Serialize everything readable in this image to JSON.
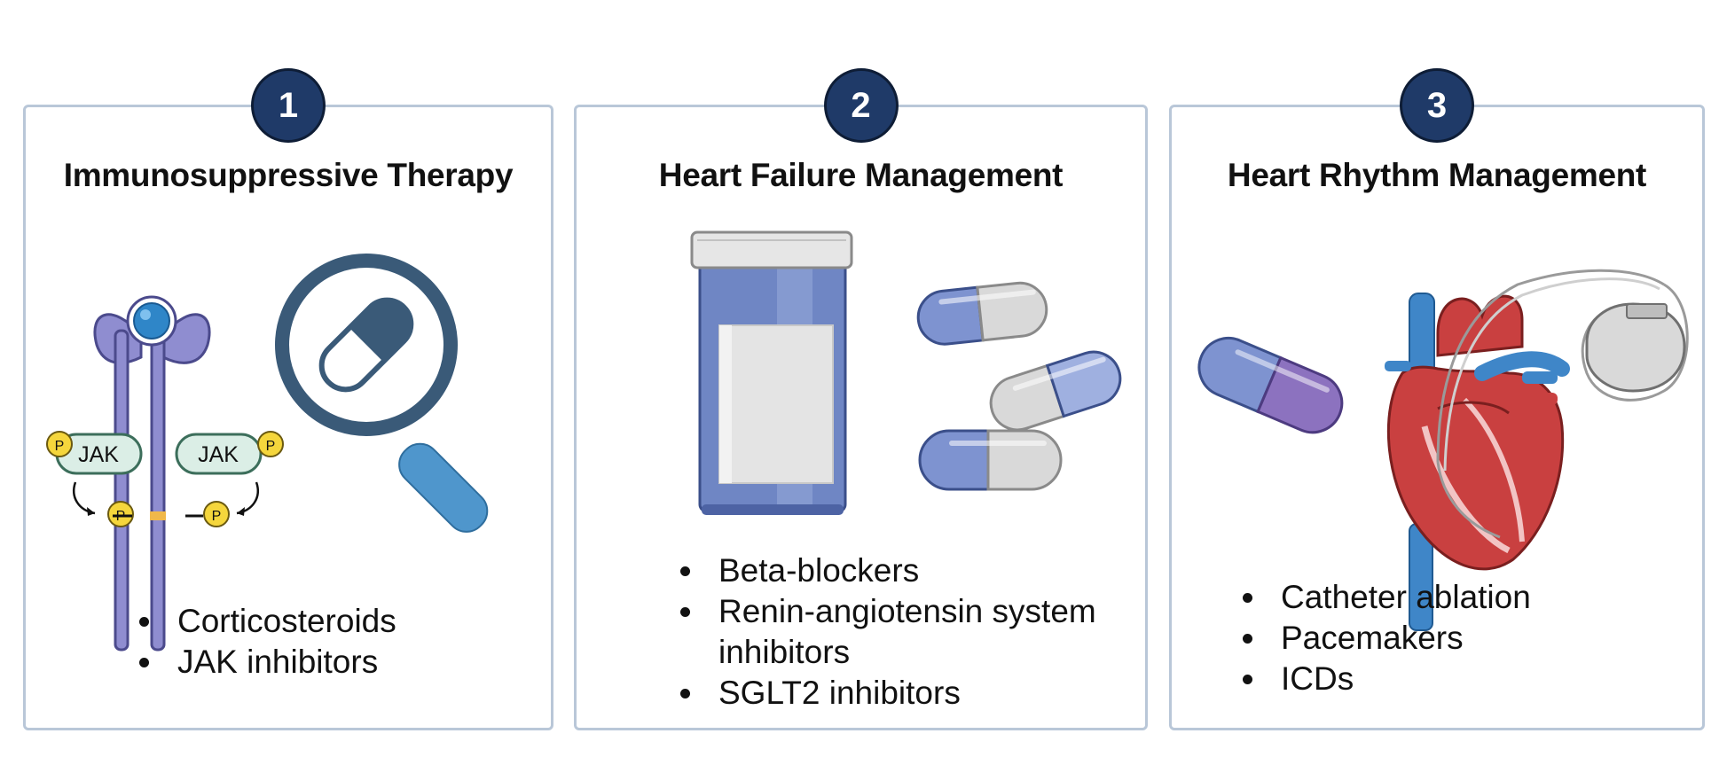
{
  "panels": [
    {
      "number": "1",
      "title": "Immunosuppressive Therapy",
      "bullets": [
        "Corticosteroids",
        "JAK inhibitors"
      ],
      "labels": {
        "jak": "JAK",
        "phospho": "P"
      }
    },
    {
      "number": "2",
      "title": "Heart Failure Management",
      "bullets": [
        "Beta-blockers",
        "Renin-angiotensin system inhibitors",
        "SGLT2 inhibitors"
      ]
    },
    {
      "number": "3",
      "title": "Heart Rhythm Management",
      "bullets": [
        "Catheter ablation",
        "Pacemakers",
        "ICDs"
      ]
    }
  ],
  "colors": {
    "panel_border": "#b9c7d8",
    "badge": "#1f3a68",
    "receptor": "#8f8dd0",
    "capsule_blue": "#7e93d0",
    "capsule_gray": "#d9d9d9",
    "capsule_purple": "#8c72bf",
    "magnifier": "#3a5a78",
    "heart_red": "#c94040",
    "vessel_blue": "#3f86c8"
  }
}
